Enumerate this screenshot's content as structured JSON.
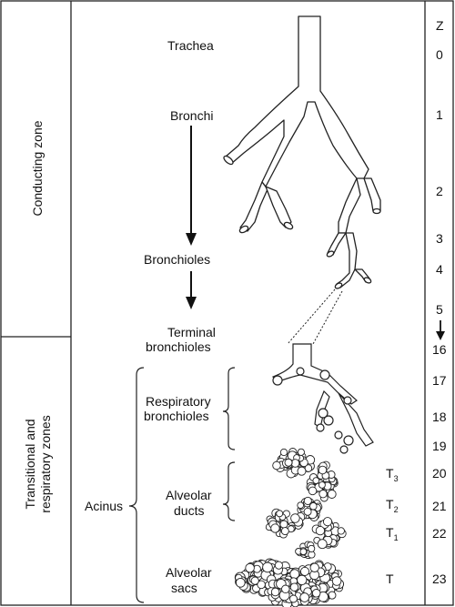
{
  "zones": {
    "conducting": "Conducting zone",
    "transitional_line1": "Transitional and",
    "transitional_line2": "respiratory zones"
  },
  "structures": {
    "trachea": "Trachea",
    "bronchi": "Bronchi",
    "bronchioles": "Bronchioles",
    "terminal_line1": "Terminal",
    "terminal_line2": "bronchioles",
    "respiratory_line1": "Respiratory",
    "respiratory_line2": "bronchioles",
    "acinus": "Acinus",
    "alveolar_ducts_line1": "Alveolar",
    "alveolar_ducts_line2": "ducts",
    "alveolar_sacs_line1": "Alveolar",
    "alveolar_sacs_line2": "sacs"
  },
  "generation_header": "Z",
  "generations": [
    "0",
    "1",
    "2",
    "3",
    "4",
    "5",
    "16",
    "17",
    "18",
    "19",
    "20",
    "21",
    "22",
    "23"
  ],
  "transitional_labels": {
    "t3_base": "T",
    "t3_sub": "3",
    "t2_base": "T",
    "t2_sub": "2",
    "t1_base": "T",
    "t1_sub": "1",
    "t": "T"
  }
}
